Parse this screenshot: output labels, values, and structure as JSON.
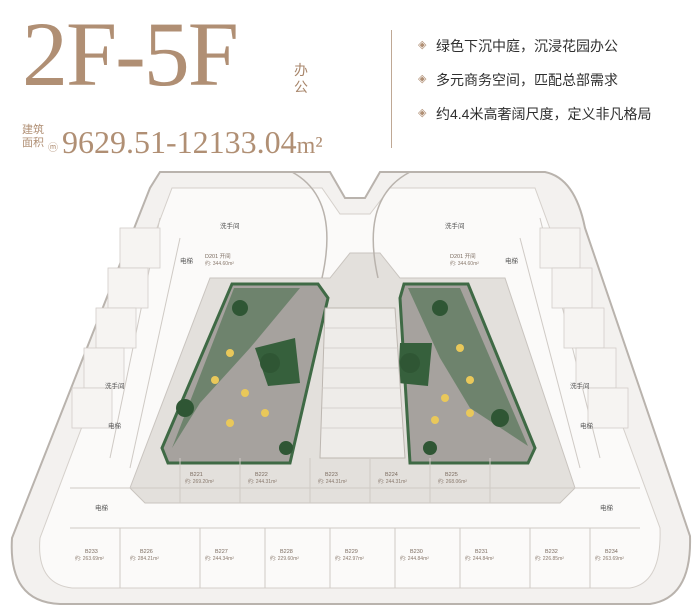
{
  "title": {
    "floors": "2F-5F",
    "suffix": "办公"
  },
  "area": {
    "label": "建筑面积",
    "icon": "ⓜ",
    "value": "9629.51-12133.04",
    "unit": "m²"
  },
  "features": [
    "绿色下沉中庭，沉浸花园办公",
    "多元商务空间，匹配总部需求",
    "约4.4米高奢阔尺度，定义非凡格局"
  ],
  "colors": {
    "accent": "#b08f74",
    "garden": "#3f6a45",
    "wall": "#c9c4bf"
  },
  "plan": {
    "room_labels": {
      "restroom_1": "洗手间",
      "restroom_2": "洗手间",
      "restroom_3": "洗手间",
      "restroom_4": "洗手间",
      "elevator_1": "电梯",
      "elevator_2": "电梯",
      "elevator_3": "电梯",
      "elevator_4": "电梯",
      "elevator_5": "电梯",
      "elevator_6": "电梯"
    },
    "units": {
      "d201": {
        "code": "D201 开间",
        "area": "约: 344.60m²"
      },
      "d202": {
        "code": "D201 开间",
        "area": "约: 344.60m²"
      },
      "b221": {
        "code": "B221",
        "area": "约: 269.20m²"
      },
      "b222": {
        "code": "B222",
        "area": "约: 244.31m²"
      },
      "b223": {
        "code": "B223",
        "area": "约: 244.31m²"
      },
      "b224": {
        "code": "B224",
        "area": "约: 244.31m²"
      },
      "b225": {
        "code": "B225",
        "area": "约: 268.06m²"
      },
      "b226": {
        "code": "B226",
        "area": "约: 284.21m²"
      },
      "b227": {
        "code": "B227",
        "area": "约: 244.34m²"
      },
      "b228": {
        "code": "B228",
        "area": "约: 229.60m²"
      },
      "b229": {
        "code": "B229",
        "area": "约: 242.97m²"
      },
      "b230": {
        "code": "B230",
        "area": "约: 244.84m²"
      },
      "b231": {
        "code": "B231",
        "area": "约: 244.84m²"
      },
      "b232": {
        "code": "B232",
        "area": "约: 226.85m²"
      },
      "b233": {
        "code": "B233",
        "area": "约: 263.69m²"
      },
      "b234": {
        "code": "B234",
        "area": "约: 263.69m²"
      }
    }
  }
}
